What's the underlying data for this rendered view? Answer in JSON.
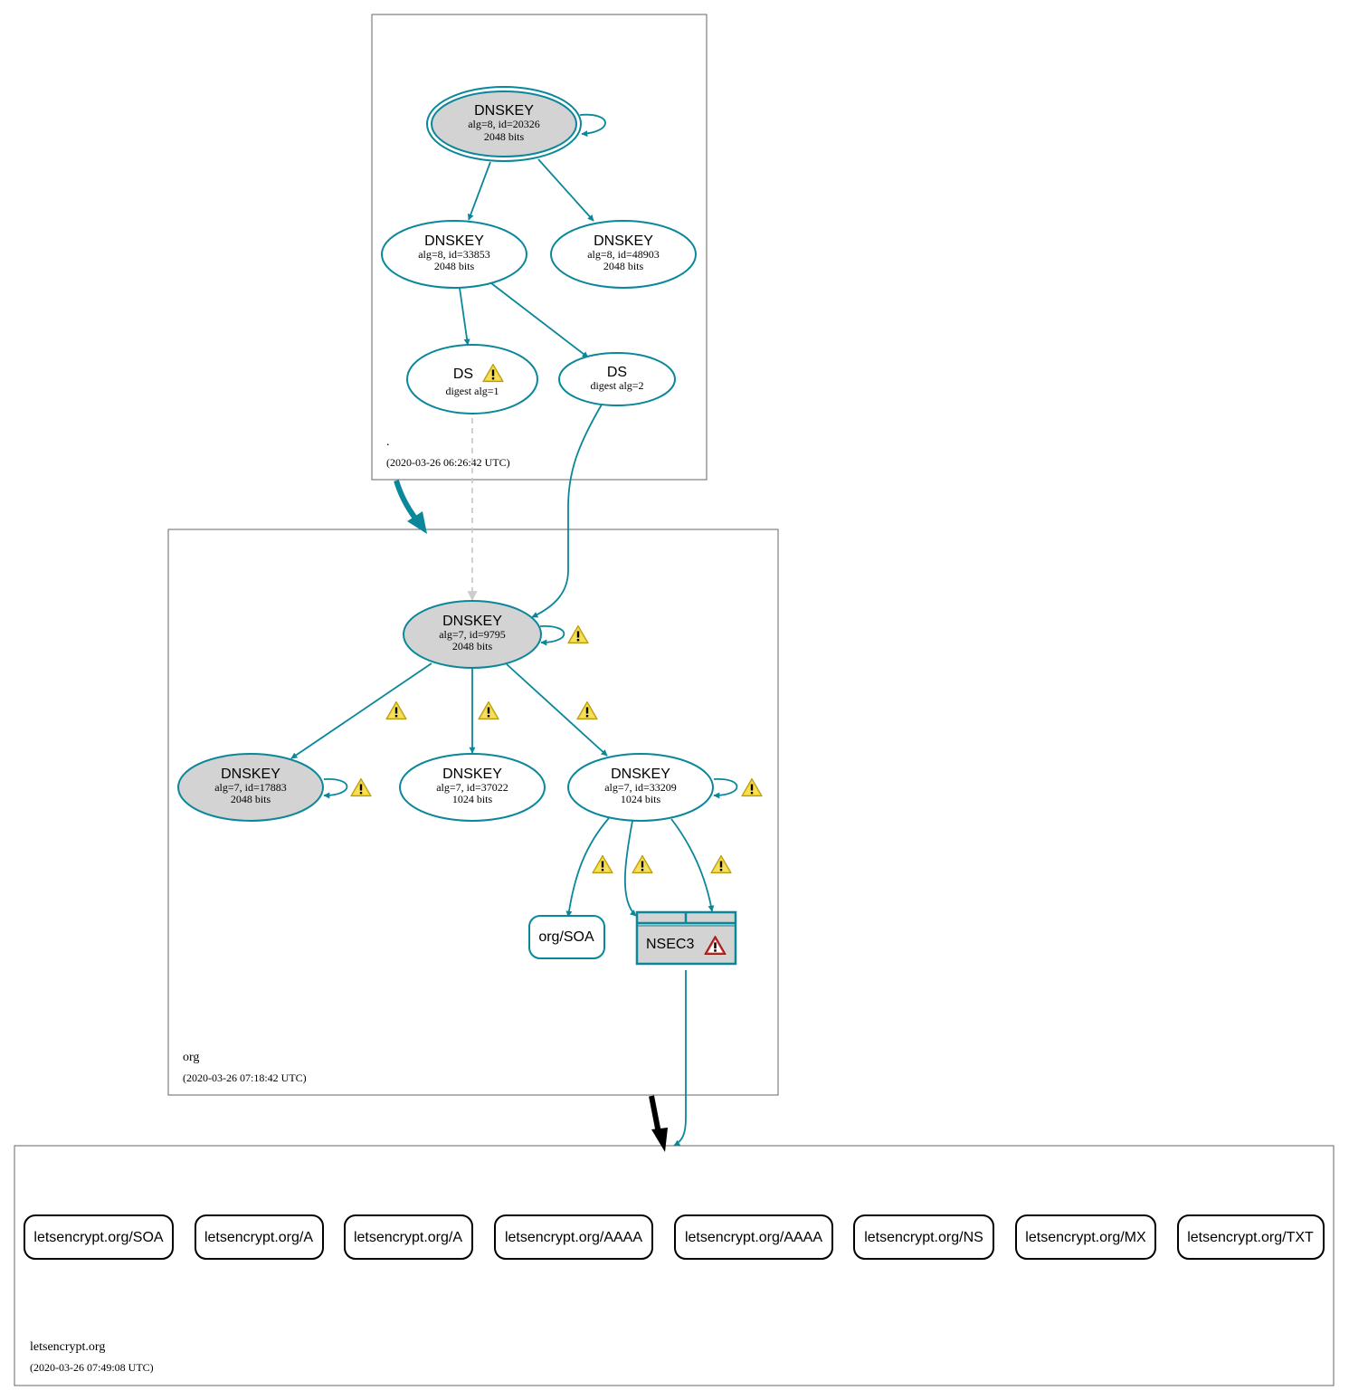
{
  "zones": {
    "root": {
      "name": ".",
      "timestamp": "(2020-03-26 06:26:42 UTC)"
    },
    "org": {
      "name": "org",
      "timestamp": "(2020-03-26 07:18:42 UTC)"
    },
    "letsencrypt": {
      "name": "letsencrypt.org",
      "timestamp": "(2020-03-26 07:49:08 UTC)"
    }
  },
  "nodes": {
    "root_ksk": {
      "title": "DNSKEY",
      "line1": "alg=8, id=20326",
      "line2": "2048 bits"
    },
    "root_zsk1": {
      "title": "DNSKEY",
      "line1": "alg=8, id=33853",
      "line2": "2048 bits"
    },
    "root_zsk2": {
      "title": "DNSKEY",
      "line1": "alg=8, id=48903",
      "line2": "2048 bits"
    },
    "ds1": {
      "title": "DS",
      "line1": "digest alg=1"
    },
    "ds2": {
      "title": "DS",
      "line1": "digest alg=2"
    },
    "org_ksk": {
      "title": "DNSKEY",
      "line1": "alg=7, id=9795",
      "line2": "2048 bits"
    },
    "org_k17883": {
      "title": "DNSKEY",
      "line1": "alg=7, id=17883",
      "line2": "2048 bits"
    },
    "org_k37022": {
      "title": "DNSKEY",
      "line1": "alg=7, id=37022",
      "line2": "1024 bits"
    },
    "org_k33209": {
      "title": "DNSKEY",
      "line1": "alg=7, id=33209",
      "line2": "1024 bits"
    },
    "org_soa": {
      "title": "org/SOA"
    },
    "nsec3": {
      "title": "NSEC3"
    }
  },
  "records": [
    "letsencrypt.org/SOA",
    "letsencrypt.org/A",
    "letsencrypt.org/A",
    "letsencrypt.org/AAAA",
    "letsencrypt.org/AAAA",
    "letsencrypt.org/NS",
    "letsencrypt.org/MX",
    "letsencrypt.org/TXT"
  ],
  "colors": {
    "edge": "#0a879a",
    "key_fill": "#d3d3d3",
    "warning": "#f2d024",
    "error": "#d9302c",
    "insecure": "#cccccc"
  },
  "icons": [
    "warning-icon",
    "error-icon"
  ]
}
